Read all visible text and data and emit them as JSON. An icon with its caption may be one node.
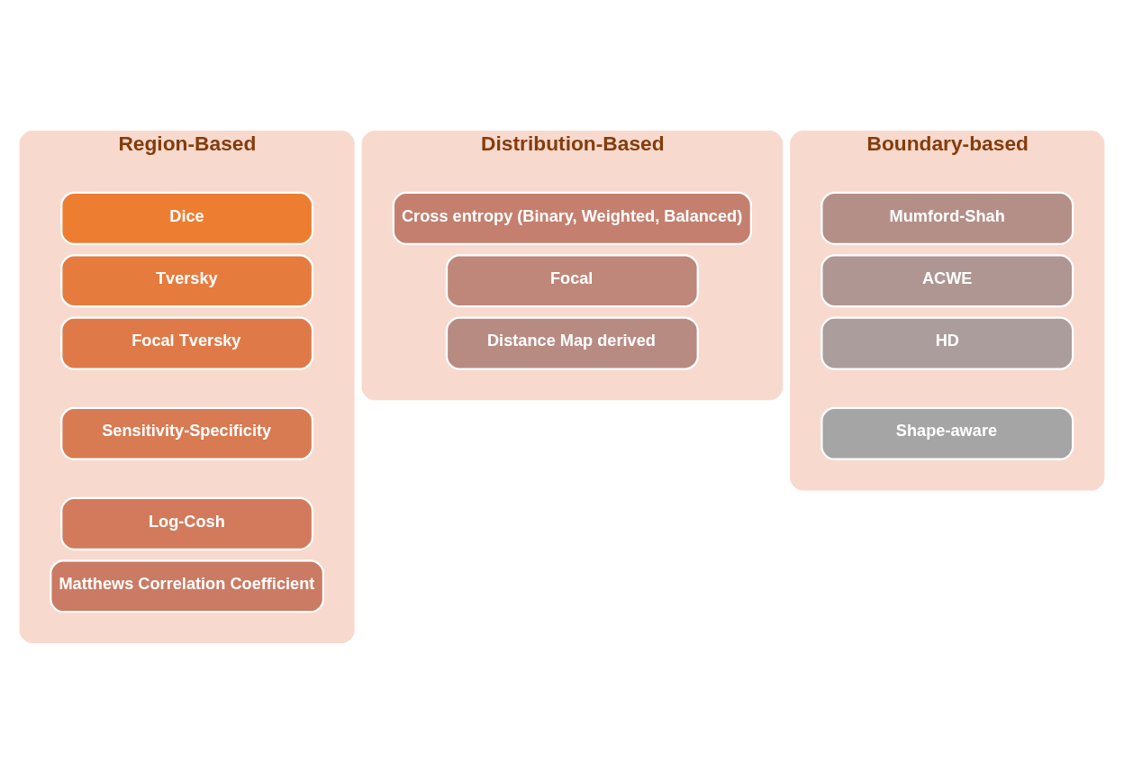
{
  "diagram": {
    "nodes": [
      {
        "text": [
          "Region-Based"
        ]
      },
      {
        "text": [
          "Dice"
        ],
        "in": 0
      },
      {
        "text": [
          "Tversky"
        ],
        "in": 0
      },
      {
        "text": [
          "Focal Tversky"
        ],
        "in": 0
      },
      {
        "text": [
          "Sensitivity-Specificity"
        ],
        "in": 0
      },
      {
        "text": [
          "Log-Cosh"
        ],
        "in": 0
      },
      {
        "text": [
          "Matthews Correlation Coefficient"
        ],
        "in": 0
      },
      {
        "text": [
          "Distribution-Based"
        ]
      },
      {
        "text": [
          "Cross entropy (Binary, Weighted, Balanced)"
        ],
        "in": 7
      },
      {
        "text": [
          "Focal"
        ],
        "in": 7
      },
      {
        "text": [
          "Distance Map derived"
        ],
        "in": 7
      },
      {
        "text": [
          "Boundary-based"
        ]
      },
      {
        "text": [
          "Mumford-Shah"
        ],
        "in": 11
      },
      {
        "text": [
          "ACWE"
        ],
        "in": 11
      },
      {
        "text": [
          "HD"
        ],
        "in": 11
      },
      {
        "text": [
          "Shape-aware"
        ],
        "in": 11
      }
    ],
    "edges": []
  }
}
